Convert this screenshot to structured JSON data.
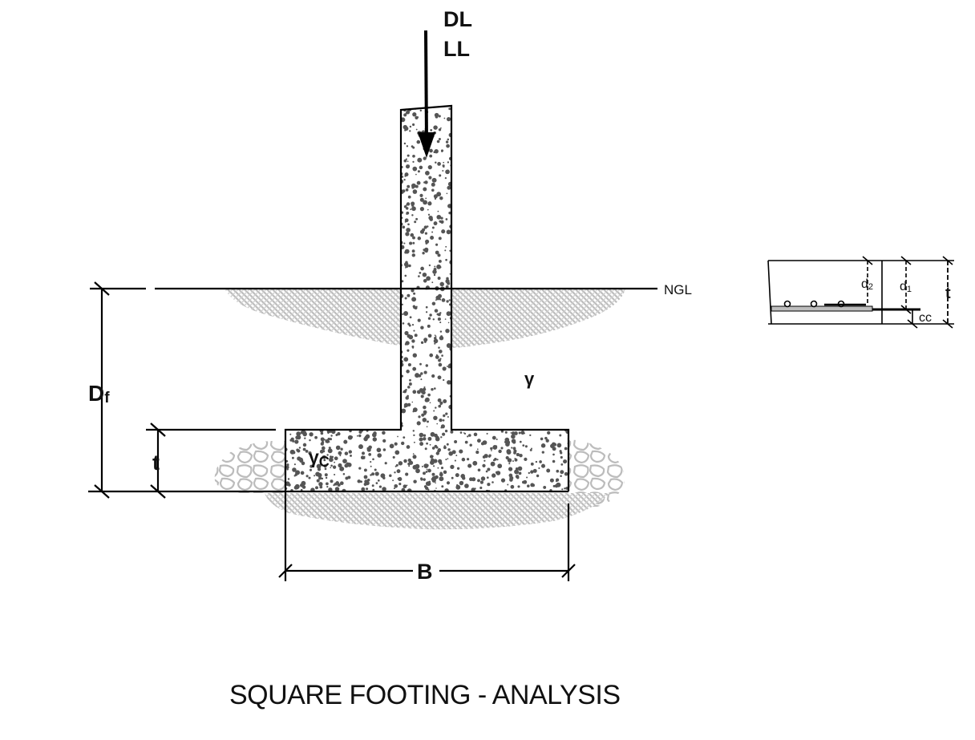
{
  "title": "SQUARE FOOTING - ANALYSIS",
  "loads": {
    "dead": "DL",
    "live": "LL"
  },
  "labels": {
    "ngl": "NGL",
    "depth_main": "D",
    "depth_sub": "f",
    "thickness": "t",
    "width": "B",
    "soil_unit_weight": "γ",
    "concrete_unit_weight_main": "γ",
    "concrete_unit_weight_sub": "C"
  },
  "detail": {
    "d2_main": "d",
    "d2_sub": "2",
    "d1_main": "d",
    "d1_sub": "1",
    "thickness": "t",
    "cover": "cc"
  },
  "colors": {
    "line": "#000000",
    "soil_hatch": "#b8b8b8",
    "concrete_speckle": "#555555"
  }
}
